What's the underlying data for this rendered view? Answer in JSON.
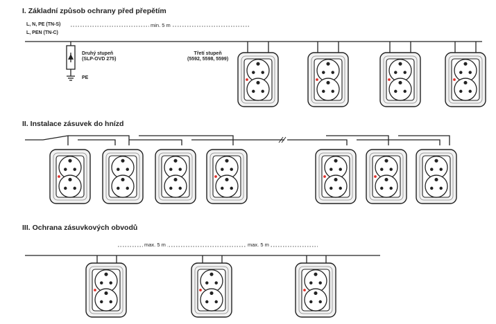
{
  "section1": {
    "title": "I. Základní způsob ochrany před přepětím",
    "line_label_1": "L, N, PE (TN-S)",
    "line_label_2": "L, PEN (TN-C)",
    "distance_label": "min. 5 m",
    "stage2_label_1": "Druhý stupeň",
    "stage2_label_2": "(SLP-OVD 275)",
    "pe_label": "PE",
    "stage3_label_1": "Třetí stupeň",
    "stage3_label_2": "(5592, 5598, 5599)"
  },
  "section2": {
    "title": "II. Instalace zásuvek do hnízd"
  },
  "section3": {
    "title": "III. Ochrana zásuvkových obvodů",
    "distance_label_1": "max. 5 m",
    "distance_label_2": "max. 5 m"
  },
  "colors": {
    "line": "#222222",
    "indicator": "#e0312b",
    "frame_outer": "#f2f2f2",
    "frame_inner": "#ffffff"
  }
}
